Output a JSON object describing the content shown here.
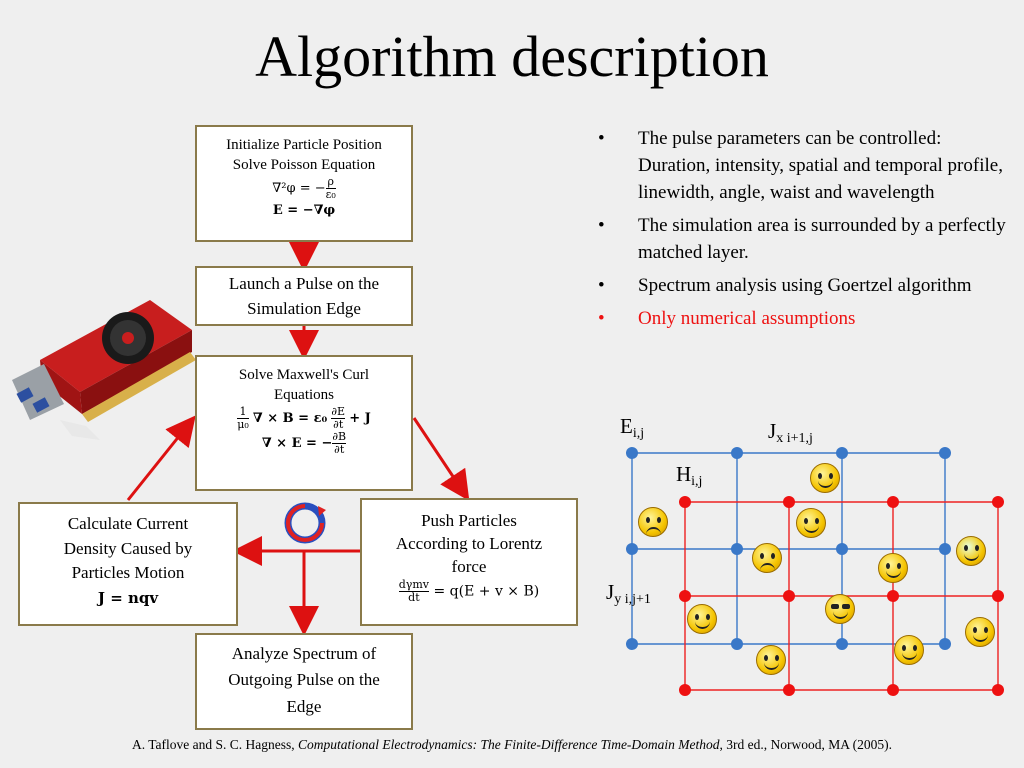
{
  "slide": {
    "title": "Algorithm description",
    "boxes": {
      "init": {
        "line1": "Initialize Particle Position",
        "line2": "Solve Poisson Equation",
        "eq1_lhs": "∇²φ = −",
        "eq1_num": "ρ",
        "eq1_den": "ε₀",
        "eq2": "E = −∇φ"
      },
      "launch": {
        "line1": "Launch a Pulse on the",
        "line2": "Simulation Edge"
      },
      "maxwell": {
        "line1": "Solve Maxwell's Curl",
        "line2": "Equations",
        "eq1_frac_num": "1",
        "eq1_frac_den": "μ₀",
        "eq1_mid": "∇ × B = ε₀",
        "eq1_num2": "∂E",
        "eq1_den2": "∂t",
        "eq1_end": "+ J",
        "eq2_lhs": "∇ × E = −",
        "eq2_num": "∂B",
        "eq2_den": "∂t"
      },
      "current": {
        "line1": "Calculate Current",
        "line2": "Density Caused by",
        "line3": "Particles Motion",
        "eq": "J = nqv"
      },
      "push": {
        "line1": "Push Particles",
        "line2": "According to Lorentz",
        "line3": "force",
        "eq_num": "dγmv",
        "eq_den": "dt",
        "eq_rhs": "= q(E + v × B)"
      },
      "analyze": {
        "line1": "Analyze Spectrum of",
        "line2": "Outgoing Pulse on the",
        "line3": "Edge"
      }
    },
    "bullets": [
      {
        "text": "The pulse parameters can be controlled: Duration, intensity, spatial and temporal profile, linewidth, angle, waist and wavelength",
        "color": "#000000"
      },
      {
        "text": "The simulation area is surrounded by a perfectly matched layer.",
        "color": "#000000"
      },
      {
        "text": "Spectrum analysis using Goertzel algorithm",
        "color": "#000000"
      },
      {
        "text": "Only numerical assumptions",
        "color": "#ee1111"
      }
    ],
    "bullet_symbol": "•",
    "grid_labels": {
      "e_main": "E",
      "e_sub": "i,j",
      "jx_main": "J",
      "jx_sub": "x i+1,j",
      "h_main": "H",
      "h_sub": "i,j",
      "jy_main": "J",
      "jy_sub": "y i,j+1"
    },
    "colors": {
      "arrow": "#dd1111",
      "blue_grid": "#3a78c8",
      "red_grid": "#ee2222",
      "box_border": "#8a7a4a"
    },
    "footer": {
      "before": "A. Taflove and S. C. Hagness, ",
      "book": "Computational Electrodynamics: The Finite-Difference Time-Domain Method",
      "after": ", 3rd ed., Norwood, MA (2005)."
    },
    "icons": [
      "gpu-card-image",
      "cycle-icon",
      "smiley-icon"
    ]
  }
}
